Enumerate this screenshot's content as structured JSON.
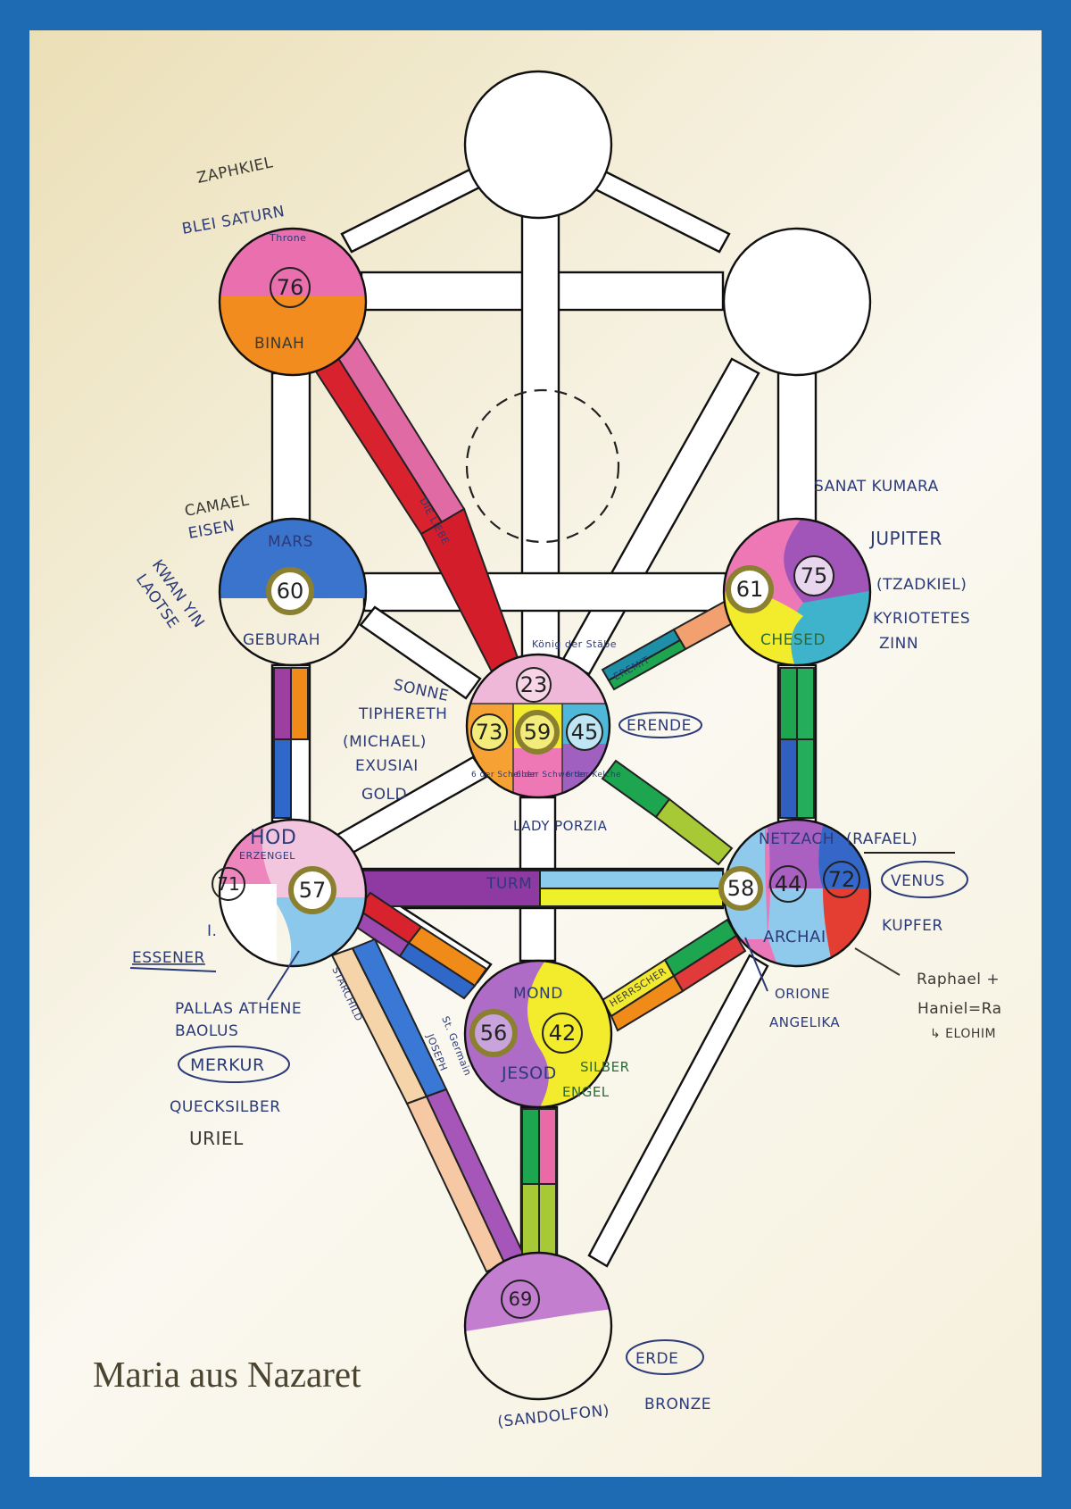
{
  "title": "Maria aus Nazaret",
  "colors": {
    "frame": "#1f6bb3",
    "ink": "#2b3a78",
    "ring": "#8a8030"
  },
  "sephiroth": {
    "kether": {
      "name": "",
      "numbers": []
    },
    "chokmah": {
      "name": "",
      "numbers": []
    },
    "binah": {
      "name": "BINAH",
      "label_top": "Throne",
      "numbers": [
        "76"
      ],
      "notes": [
        "ZAPHKIEL",
        "BLEI SATURN"
      ]
    },
    "chesed": {
      "name": "CHESED",
      "numbers": [
        "61",
        "75"
      ],
      "notes": [
        "SANAT KUMARA",
        "JUPITER",
        "(TZADKIEL)",
        "KYRIOTETES",
        "ZINN"
      ]
    },
    "geburah": {
      "name": "GEBURAH",
      "label_top": "MARS",
      "numbers": [
        "60"
      ],
      "notes": [
        "CAMAEL",
        "EISEN",
        "KWAN YIN",
        "LAOTSE"
      ]
    },
    "tiphereth": {
      "numbers": [
        "23",
        "73",
        "59",
        "45"
      ],
      "sub_labels": [
        "6 der Scheiben",
        "6 der Schwerter",
        "6 der Kelche"
      ],
      "notes_left": [
        "SONNE",
        "TIPHERETH",
        "(MICHAEL)",
        "EXUSIAI",
        "GOLD"
      ],
      "note_top": "König der Stäbe",
      "note_right": "ERENDE",
      "note_bottom": "LADY PORZIA"
    },
    "hod": {
      "name": "HOD",
      "label_sub": "ERZENGEL",
      "numbers": [
        "71",
        "57"
      ],
      "notes": [
        "I.",
        "ESSENER",
        "PALLAS ATHENE",
        "BAOLUS",
        "MERKUR",
        "QUECKSILBER",
        "URIEL"
      ]
    },
    "netzach": {
      "name": "NETZACH",
      "label_sub": "ARCHAI",
      "numbers": [
        "58",
        "44",
        "72"
      ],
      "notes": [
        "(RAFAEL)",
        "VENUS",
        "KUPFER",
        "ORIONE",
        "ANGELIKA",
        "Raphael +",
        "Haniel=Ra",
        "↳ ELOHIM"
      ]
    },
    "yesod": {
      "name": "JESOD",
      "label_top": "MOND",
      "numbers": [
        "56",
        "42"
      ],
      "notes": [
        "St. Germain",
        "JOSEPH",
        "SILBER",
        "ENGEL"
      ]
    },
    "malkuth": {
      "numbers": [
        "69"
      ],
      "notes": [
        "ERDE",
        "BRONZE",
        "(SANDOLFON)"
      ]
    }
  },
  "paths": {
    "binah_tiphereth": "DIE LIEBE",
    "chesed_tiphereth": "EREMIT",
    "hod_netzach": "TURM",
    "netzach_yesod": "HERRSCHER",
    "hod_malkuth": "STARCHILD"
  }
}
